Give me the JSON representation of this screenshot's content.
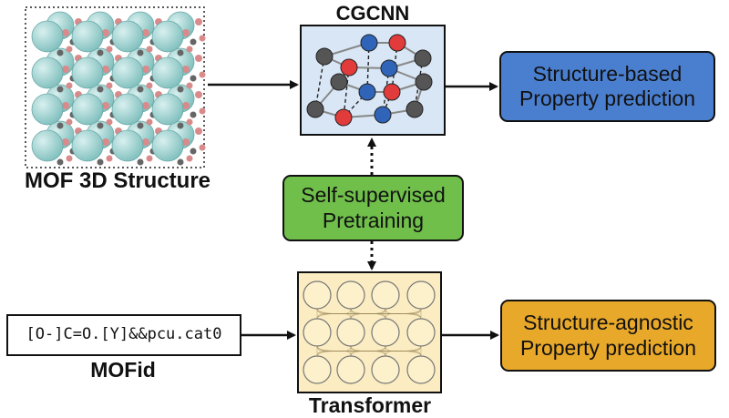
{
  "nodes": {
    "mof_structure": {
      "label": "MOF 3D Structure"
    },
    "cgcnn": {
      "label": "CGCNN"
    },
    "structure_based": {
      "line1": "Structure-based",
      "line2": "Property prediction",
      "fill": "#4a7fd0"
    },
    "pretraining": {
      "line1": "Self-supervised",
      "line2": "Pretraining",
      "fill": "#6fbf4a"
    },
    "mofid": {
      "value": "[O-]C=O.[Y]&&pcu.cat0",
      "label": "MOFid"
    },
    "transformer": {
      "label": "Transformer",
      "fill": "#fbecc2"
    },
    "structure_agnostic": {
      "line1": "Structure-agnostic",
      "line2": "Property prediction",
      "fill": "#e8a82a"
    }
  },
  "colors": {
    "mof_sphere": "#9fd3d1",
    "mof_linker": "#d98a8a",
    "graph_bg": "#d8e6f5",
    "atom_blue": "#2f64b8",
    "atom_red": "#e23b3b",
    "atom_gray": "#555555"
  }
}
